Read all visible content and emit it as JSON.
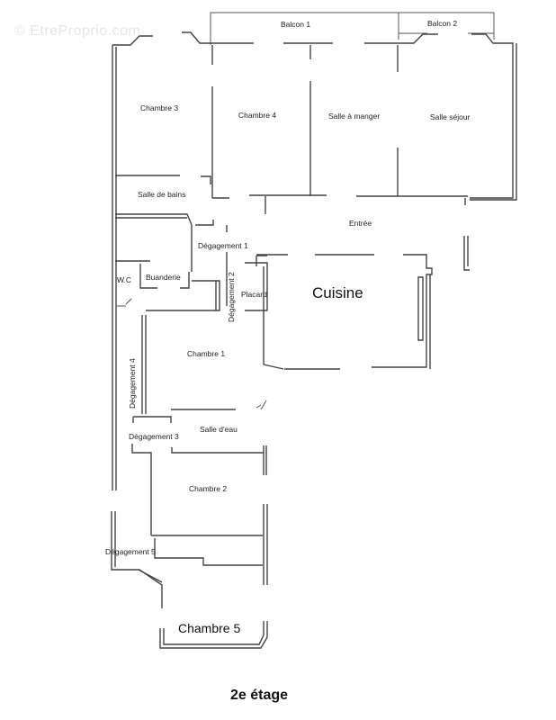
{
  "watermark": "© EtreProprio.com",
  "plan": {
    "title": "2e étage",
    "rooms": {
      "balcon1": "Balcon 1",
      "balcon2": "Balcon 2",
      "chambre3": "Chambre 3",
      "chambre4": "Chambre 4",
      "salle_a_manger": "Salle à manger",
      "salle_sejour": "Salle séjour",
      "salle_de_bains": "Salle de bains",
      "entree": "Entrée",
      "degagement1": "Dégagement 1",
      "degagement2": "Dégagement 2",
      "degagement3": "Dégagement 3",
      "degagement4": "Dégagement 4",
      "degagement5": "Dégagement 5",
      "wc": "W.C",
      "buanderie": "Buanderie",
      "placard": "Placard",
      "cuisine": "Cuisine",
      "chambre1": "Chambre 1",
      "salle_deau": "Salle d'eau",
      "chambre2": "Chambre 2",
      "chambre5": "Chambre 5"
    }
  }
}
